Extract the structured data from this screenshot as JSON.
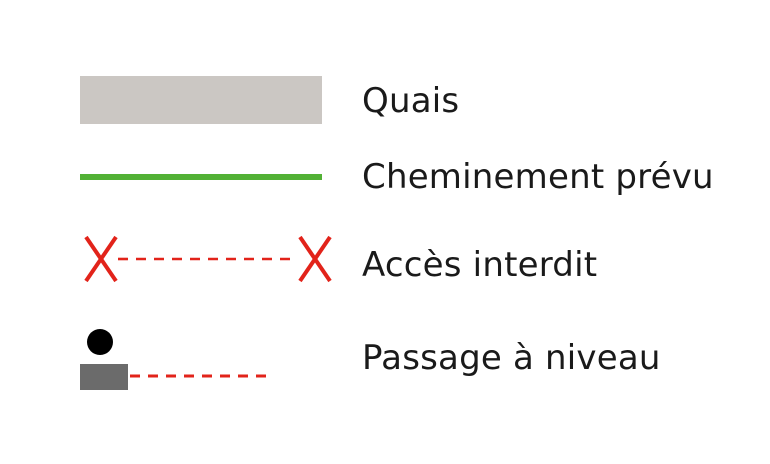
{
  "legend": {
    "items": [
      {
        "label": "Quais",
        "symbol": "gray-rectangle"
      },
      {
        "label": "Cheminement prévu",
        "symbol": "solid-green-line"
      },
      {
        "label": "Accès interdit",
        "symbol": "red-x-dashed-line"
      },
      {
        "label": "Passage à niveau",
        "symbol": "pedestrian-dashed-line"
      }
    ]
  },
  "colors": {
    "quais": "#cbc7c3",
    "path": "#52b135",
    "forbidden": "#e2231a",
    "pedestrian_head": "#000000",
    "pedestrian_body": "#6b6b6b",
    "text": "#1a1a1a"
  }
}
